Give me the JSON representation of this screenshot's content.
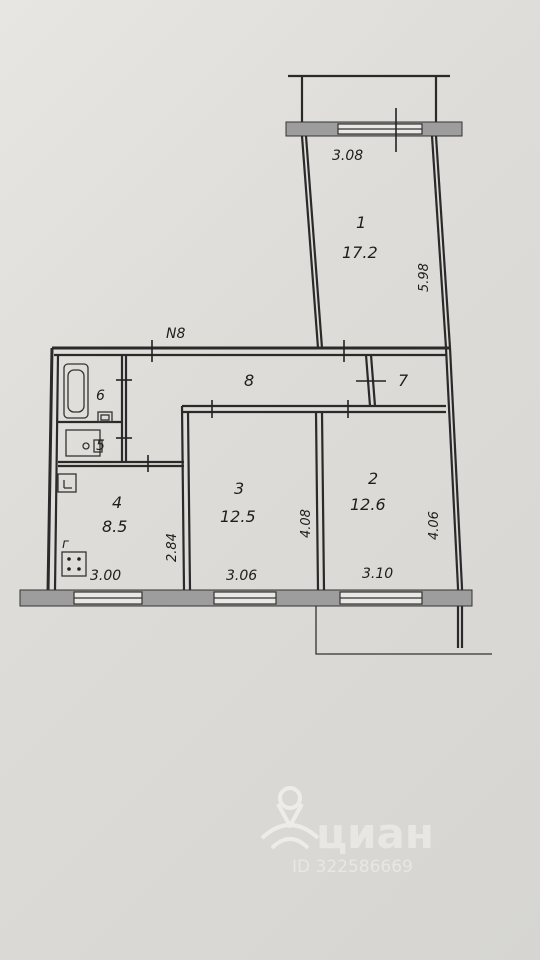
{
  "plan": {
    "apartment_number": "N8",
    "rooms": [
      {
        "id": "1",
        "area": "17.2"
      },
      {
        "id": "2",
        "area": "12.6"
      },
      {
        "id": "3",
        "area": "12.5"
      },
      {
        "id": "4",
        "area": "8.5"
      },
      {
        "id": "5",
        "area": ""
      },
      {
        "id": "6",
        "area": ""
      },
      {
        "id": "7",
        "area": ""
      },
      {
        "id": "8",
        "area": ""
      }
    ],
    "dimensions": {
      "balcony_width": "3.08",
      "room1_length": "5.98",
      "room4_width": "3.00",
      "room4_depth": "2.84",
      "room3_width": "3.06",
      "room3_depth": "4.08",
      "room2_width": "3.10",
      "room2_depth": "4.06"
    },
    "stove_label": "г"
  },
  "watermark": {
    "brand": "циан",
    "id_text": "ID 322586669"
  }
}
